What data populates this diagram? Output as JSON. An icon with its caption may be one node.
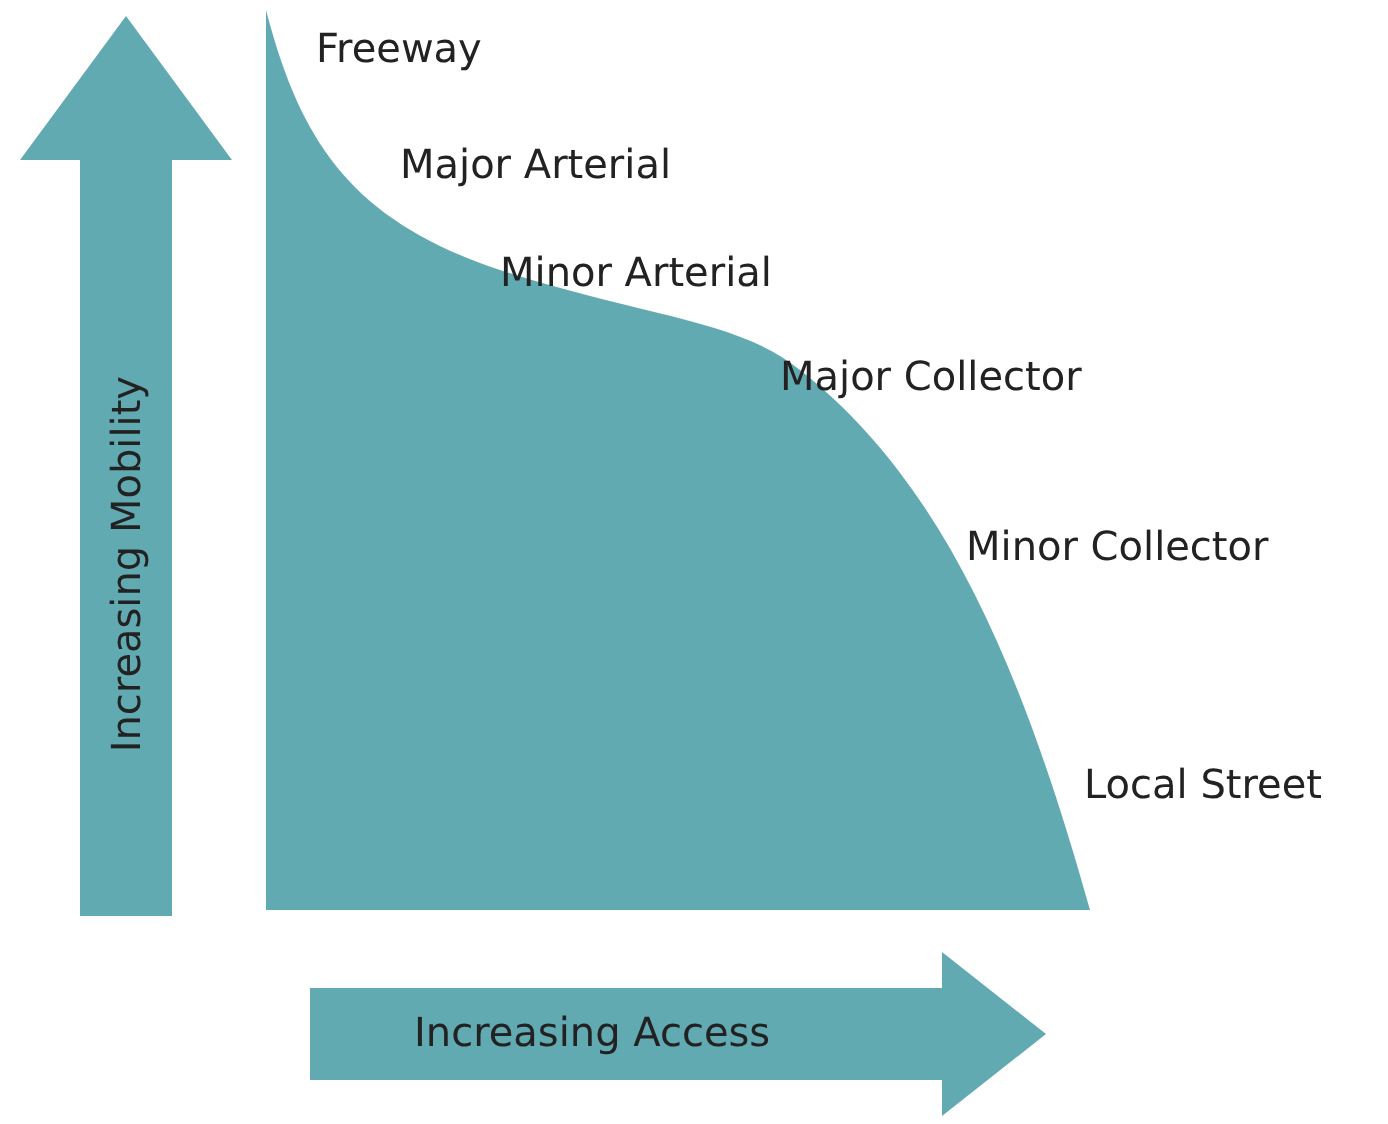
{
  "diagram": {
    "nodes": [
      {
        "text": [
          "Increasing Mobility"
        ]
      },
      {
        "text": [
          "Increasing Access"
        ]
      }
    ],
    "labels": [
      "Freeway",
      "Major Arterial",
      "Minor Arterial",
      "Major Collector",
      "Minor Collector",
      "Local Street"
    ]
  }
}
